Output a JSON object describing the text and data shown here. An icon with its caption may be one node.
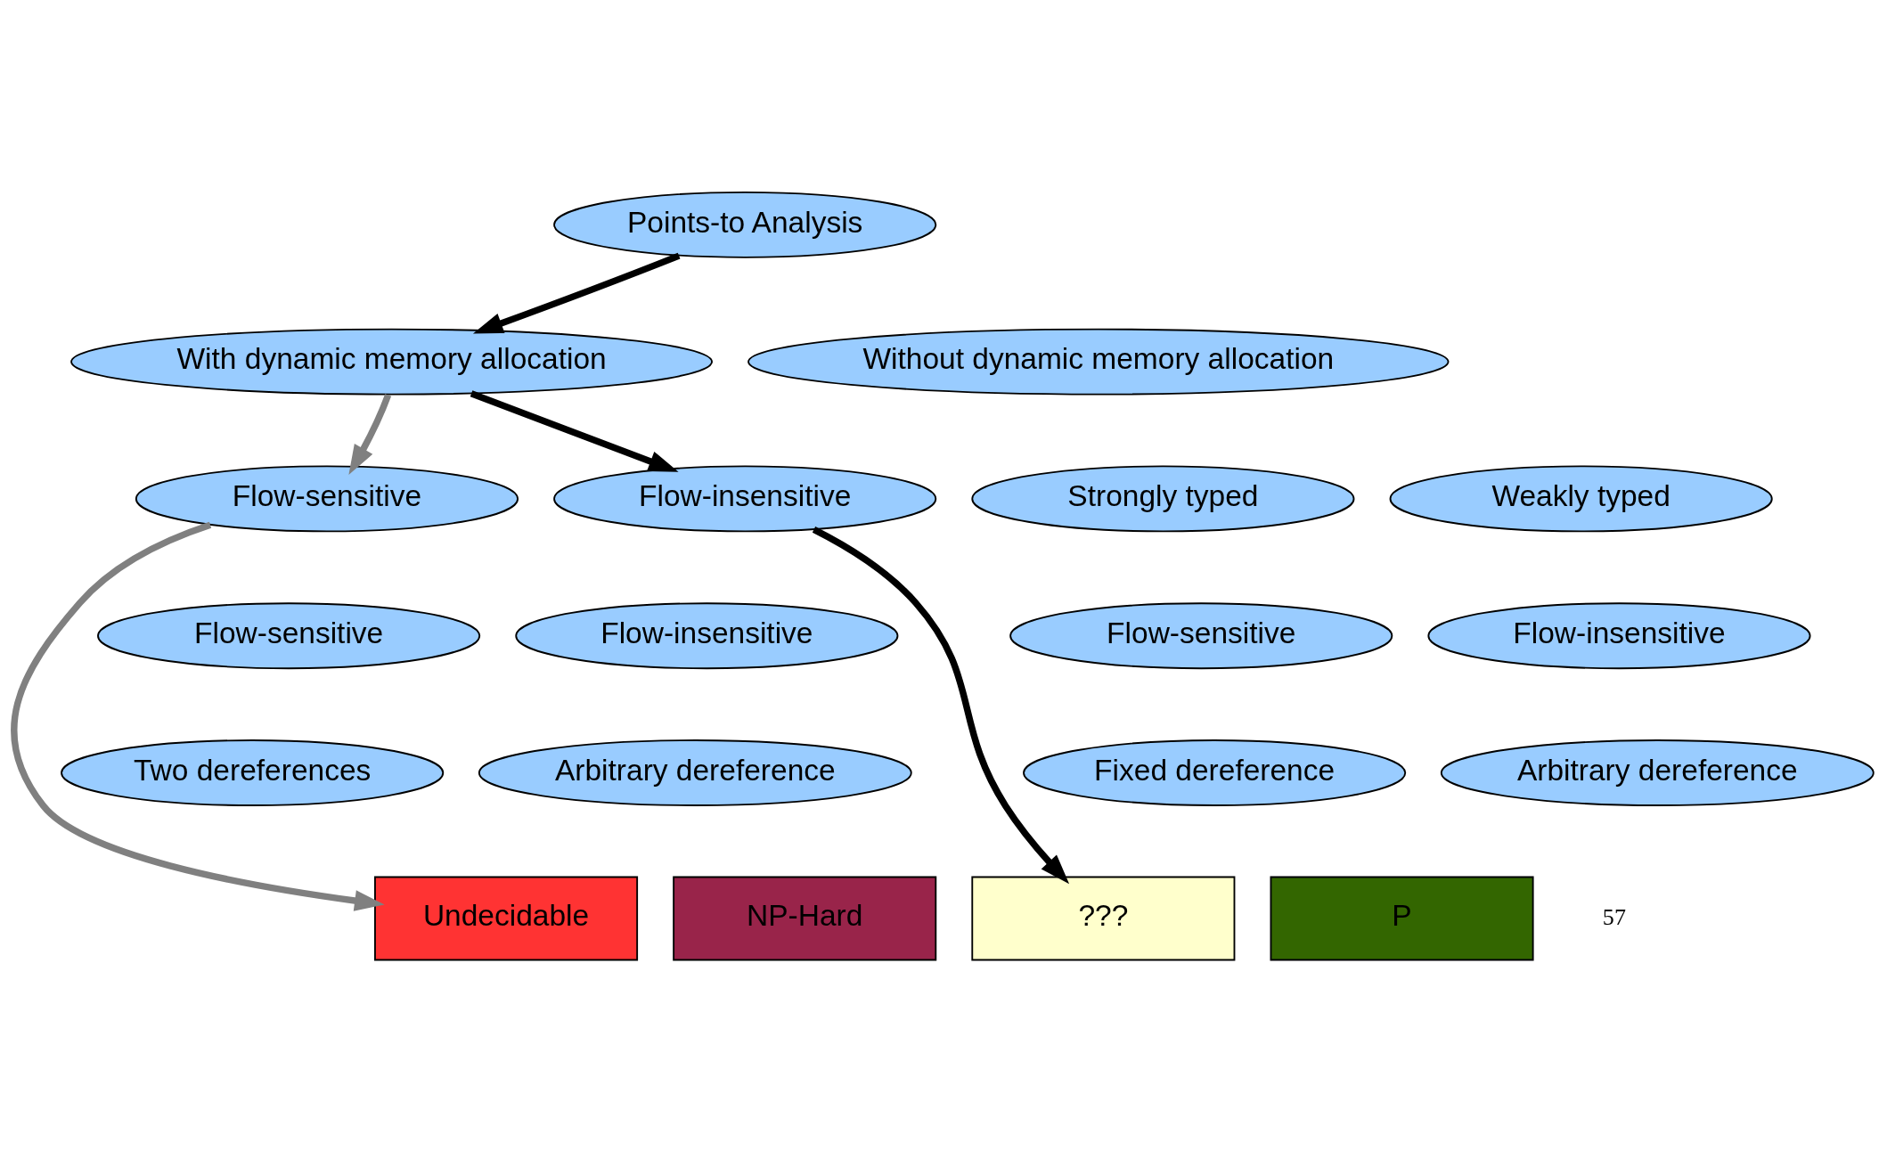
{
  "diagram": {
    "nodes": [
      {
        "text": [
          "Points-to Analysis"
        ]
      },
      {
        "text": [
          "With dynamic memory allocation"
        ]
      },
      {
        "text": [
          "Without dynamic memory allocation"
        ]
      },
      {
        "text": [
          "Flow-sensitive"
        ]
      },
      {
        "text": [
          "Flow-insensitive"
        ]
      },
      {
        "text": [
          "Strongly typed"
        ]
      },
      {
        "text": [
          "Weakly typed"
        ]
      },
      {
        "text": [
          "Flow-sensitive"
        ]
      },
      {
        "text": [
          "Flow-insensitive"
        ]
      },
      {
        "text": [
          "Flow-sensitive"
        ]
      },
      {
        "text": [
          "Flow-insensitive"
        ]
      },
      {
        "text": [
          "Two dereferences"
        ]
      },
      {
        "text": [
          "Arbitrary dereference"
        ]
      },
      {
        "text": [
          "Fixed dereference"
        ]
      },
      {
        "text": [
          "Arbitrary dereference"
        ]
      },
      {
        "text": [
          "Undecidable"
        ]
      },
      {
        "text": [
          "NP-Hard"
        ]
      },
      {
        "text": [
          "???"
        ]
      },
      {
        "text": [
          "P"
        ]
      }
    ],
    "edges": [
      {
        "from": 0,
        "to": 1,
        "arrow": "to"
      },
      {
        "from": 1,
        "to": 3,
        "arrow": "to",
        "color": "#808080"
      },
      {
        "from": 1,
        "to": 4,
        "arrow": "to"
      },
      {
        "from": 3,
        "to": 15,
        "arrow": "to",
        "color": "#808080"
      },
      {
        "from": 4,
        "to": 17,
        "arrow": "to"
      }
    ],
    "labels": [
      "57"
    ]
  }
}
